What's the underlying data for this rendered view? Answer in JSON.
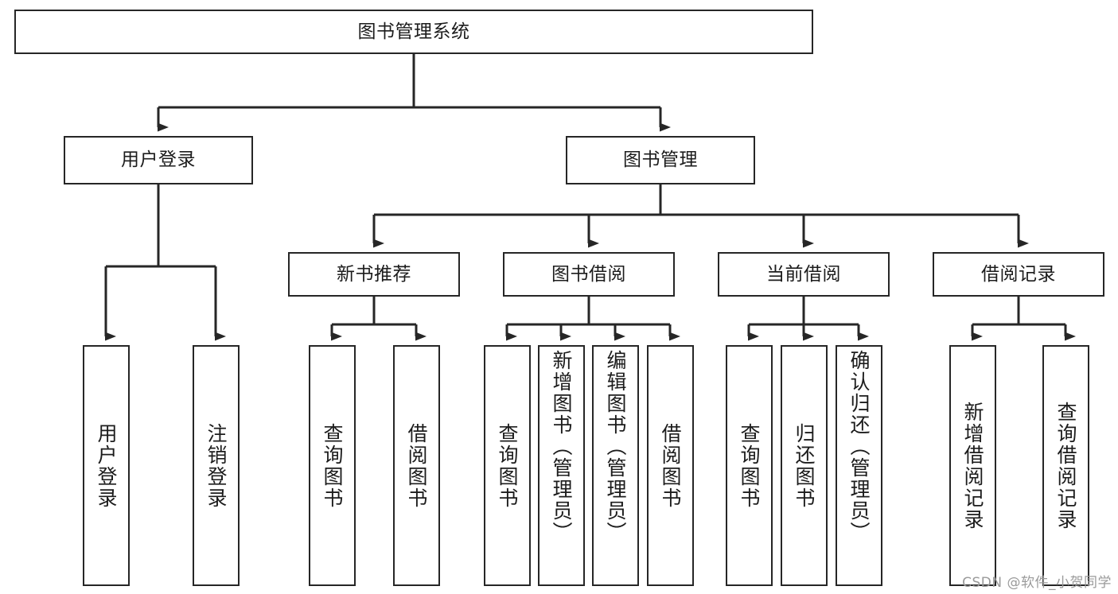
{
  "diagram": {
    "title": "图书管理系统",
    "type": "tree-hierarchy",
    "watermark": "CSDN @软件_小贺同学",
    "colors": {
      "box_border": "#262626",
      "box_fill": "#ffffff",
      "connector": "#262626",
      "text": "#1c1c1c",
      "watermark": "#9a9a9a"
    },
    "levels": {
      "root": "图书管理系统",
      "level2": [
        "用户登录",
        "图书管理"
      ],
      "level3": [
        "新书推荐",
        "图书借阅",
        "当前借阅",
        "借阅记录"
      ],
      "level4": [
        "用户登录",
        "注销登录",
        "查询图书",
        "借阅图书",
        "查询图书",
        "新增图书（管理员）",
        "编辑图书（管理员）",
        "借阅图书",
        "查询图书",
        "归还图书",
        "确认归还（管理员）",
        "新增借阅记录",
        "查询借阅记录"
      ]
    },
    "nodes": {
      "root": {
        "label": "图书管理系统"
      },
      "user_login": {
        "label": "用户登录"
      },
      "book_manage": {
        "label": "图书管理"
      },
      "new_book_rec": {
        "label": "新书推荐"
      },
      "book_borrow": {
        "label": "图书借阅"
      },
      "current_borrow": {
        "label": "当前借阅"
      },
      "borrow_record": {
        "label": "借阅记录"
      },
      "leaf_user_login": {
        "label": "用户登录"
      },
      "leaf_logout": {
        "label": "注销登录"
      },
      "leaf_query_book_a": {
        "label": "查询图书"
      },
      "leaf_borrow_book_a": {
        "label": "借阅图书"
      },
      "leaf_query_book_b": {
        "label": "查询图书"
      },
      "leaf_add_book": {
        "label": "新增图书（管理员）"
      },
      "leaf_edit_book": {
        "label": "编辑图书（管理员）"
      },
      "leaf_borrow_book_b": {
        "label": "借阅图书"
      },
      "leaf_query_book_c": {
        "label": "查询图书"
      },
      "leaf_return_book": {
        "label": "归还图书"
      },
      "leaf_confirm_return": {
        "label": "确认归还（管理员）"
      },
      "leaf_add_record": {
        "label": "新增借阅记录"
      },
      "leaf_query_record": {
        "label": "查询借阅记录"
      }
    },
    "edges": [
      {
        "from": "root",
        "to": "user_login"
      },
      {
        "from": "root",
        "to": "book_manage"
      },
      {
        "from": "user_login",
        "to": "leaf_user_login"
      },
      {
        "from": "user_login",
        "to": "leaf_logout"
      },
      {
        "from": "book_manage",
        "to": "new_book_rec"
      },
      {
        "from": "book_manage",
        "to": "book_borrow"
      },
      {
        "from": "book_manage",
        "to": "current_borrow"
      },
      {
        "from": "book_manage",
        "to": "borrow_record"
      },
      {
        "from": "new_book_rec",
        "to": "leaf_query_book_a"
      },
      {
        "from": "new_book_rec",
        "to": "leaf_borrow_book_a"
      },
      {
        "from": "book_borrow",
        "to": "leaf_query_book_b"
      },
      {
        "from": "book_borrow",
        "to": "leaf_add_book"
      },
      {
        "from": "book_borrow",
        "to": "leaf_edit_book"
      },
      {
        "from": "book_borrow",
        "to": "leaf_borrow_book_b"
      },
      {
        "from": "current_borrow",
        "to": "leaf_query_book_c"
      },
      {
        "from": "current_borrow",
        "to": "leaf_return_book"
      },
      {
        "from": "current_borrow",
        "to": "leaf_confirm_return"
      },
      {
        "from": "borrow_record",
        "to": "leaf_add_record"
      },
      {
        "from": "borrow_record",
        "to": "leaf_query_record"
      }
    ]
  }
}
